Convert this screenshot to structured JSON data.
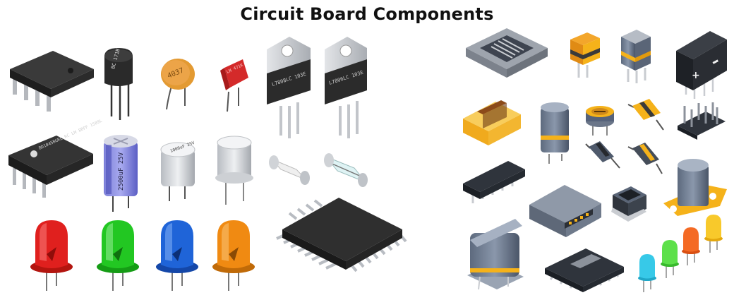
{
  "title": "Circuit Board Components",
  "markings": {
    "transistor": "BC 171B",
    "ceramic_capacitor": "4037",
    "film_capacitor": "LN 471K",
    "regulator_1": "L7808LC 103E",
    "regulator_2": "L7806LC 103E",
    "ic_chip": "BD1045BGRL RC LM 8BFF 1589L",
    "electrolytic_capacitor": "2500uF 25V",
    "small_capacitor": "1000uF 25V"
  },
  "colors": {
    "red_led": "#e0201e",
    "green_led": "#22c722",
    "blue_led": "#1f64d8",
    "orange_led": "#f08a12",
    "yellow_accent": "#f5b21a",
    "chip_body": "#2b2b2b",
    "metal": "#c9ccd1"
  }
}
